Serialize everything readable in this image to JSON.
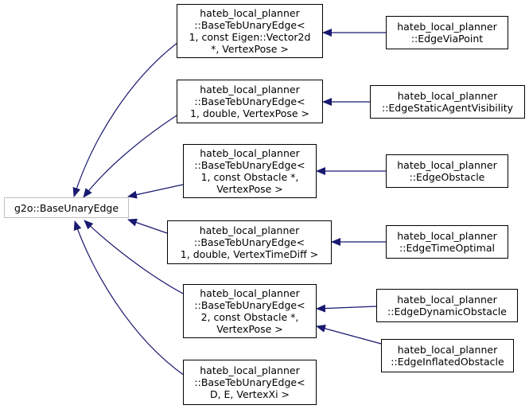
{
  "diagram": {
    "base_class": "g2o::BaseUnaryEdge",
    "templates": [
      {
        "lines": [
          "hateb_local_planner",
          "::BaseTebUnaryEdge<",
          " 1, const Eigen::Vector2d",
          " *, VertexPose >"
        ]
      },
      {
        "lines": [
          "hateb_local_planner",
          "::BaseTebUnaryEdge<",
          " 1, double, VertexPose >"
        ]
      },
      {
        "lines": [
          "hateb_local_planner",
          "::BaseTebUnaryEdge<",
          " 1, const Obstacle *,",
          " VertexPose >"
        ]
      },
      {
        "lines": [
          "hateb_local_planner",
          "::BaseTebUnaryEdge<",
          " 1, double, VertexTimeDiff >"
        ]
      },
      {
        "lines": [
          "hateb_local_planner",
          "::BaseTebUnaryEdge<",
          " 2, const Obstacle *,",
          " VertexPose >"
        ]
      },
      {
        "lines": [
          "hateb_local_planner",
          "::BaseTebUnaryEdge<",
          " D, E, VertexXi >"
        ]
      }
    ],
    "leaves": [
      {
        "lines": [
          "hateb_local_planner",
          "::EdgeViaPoint"
        ]
      },
      {
        "lines": [
          "hateb_local_planner",
          "::EdgeStaticAgentVisibility"
        ]
      },
      {
        "lines": [
          "hateb_local_planner",
          "::EdgeObstacle"
        ]
      },
      {
        "lines": [
          "hateb_local_planner",
          "::EdgeTimeOptimal"
        ]
      },
      {
        "lines": [
          "hateb_local_planner",
          "::EdgeDynamicObstacle"
        ]
      },
      {
        "lines": [
          "hateb_local_planner",
          "::EdgeInflatedObstacle"
        ]
      }
    ],
    "colors": {
      "edge": "#191970",
      "node_border": "#000000",
      "base_border": "#bfbfbf",
      "background": "#ffffff"
    }
  }
}
